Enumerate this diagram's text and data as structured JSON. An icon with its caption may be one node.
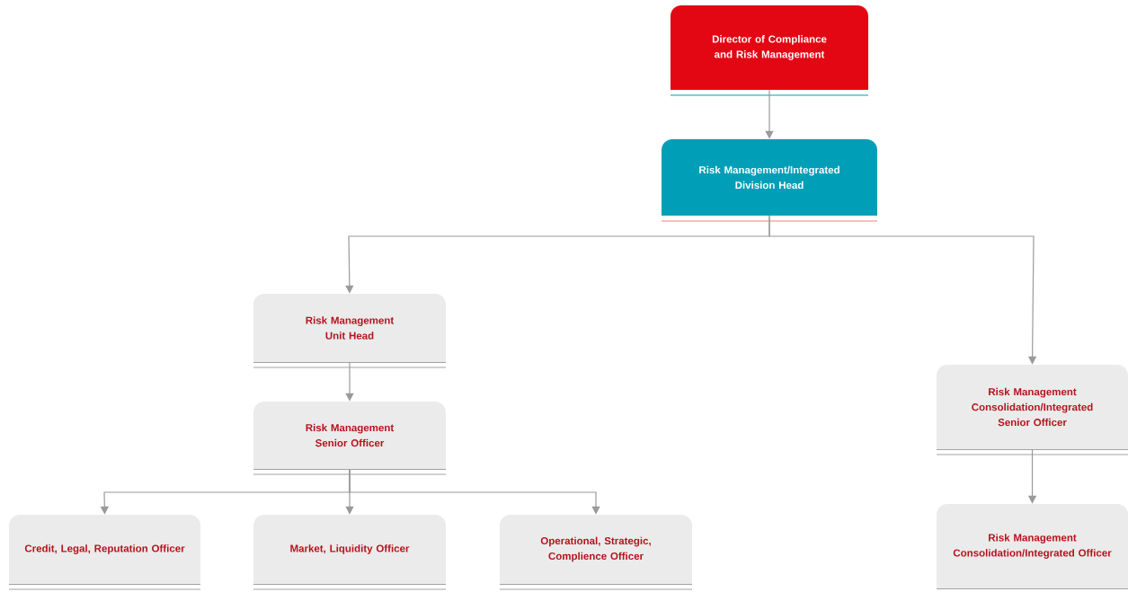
{
  "diagram": {
    "nodes": [
      {
        "text": [
          "Director of Compliance and Risk Management"
        ]
      },
      {
        "text": [
          "Risk Management/Integrated Division Head"
        ]
      },
      {
        "text": [
          "Risk Management Unit Head"
        ]
      },
      {
        "text": [
          "Risk Management Senior Officer"
        ]
      },
      {
        "text": [
          "Credit, Legal, Reputation Officer"
        ]
      },
      {
        "text": [
          "Market, Liquidity Officer"
        ]
      },
      {
        "text": [
          "Operational, Strategic, Complience Officer"
        ]
      },
      {
        "text": [
          "Risk Management Consolidation/Integrated Senior Officer"
        ]
      },
      {
        "text": [
          "Risk Management Consolidation/Integrated Officer"
        ]
      }
    ],
    "edges": [
      {
        "from": 0,
        "to": 1,
        "arrow": "to"
      },
      {
        "from": 1,
        "to": 2,
        "arrow": "to"
      },
      {
        "from": 1,
        "to": 7,
        "arrow": "to"
      },
      {
        "from": 2,
        "to": 3,
        "arrow": "to"
      },
      {
        "from": 3,
        "to": 4,
        "arrow": "to"
      },
      {
        "from": 3,
        "to": 5,
        "arrow": "to"
      },
      {
        "from": 3,
        "to": 6,
        "arrow": "to"
      },
      {
        "from": 7,
        "to": 8,
        "arrow": "to"
      }
    ]
  }
}
